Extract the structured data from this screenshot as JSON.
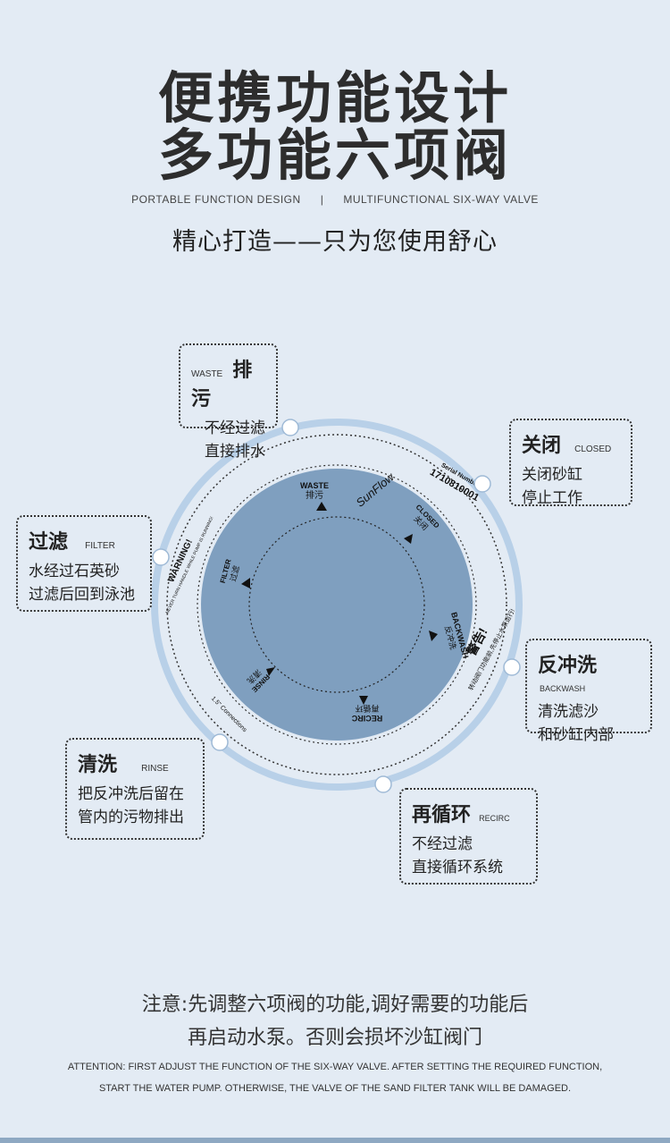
{
  "header": {
    "title_line1": "便携功能设计",
    "title_line2": "多功能六项阀",
    "subtitle_left": "PORTABLE FUNCTION DESIGN",
    "subtitle_sep": "|",
    "subtitle_right": "MULTIFUNCTIONAL SIX-WAY VALVE",
    "slogan": "精心打造——只为您使用舒心"
  },
  "valve": {
    "brand": "SunFlow",
    "serial_label": "Serial Number",
    "serial_number": "1710810001",
    "warning_en": "WARNING!",
    "warning_en_sub": "NEVER TURN HANDLE WHILE PUMP IS RUNNING!",
    "warning_zh": "警告!",
    "warning_zh_sub": "转动阀门功能前,先停止水泵运行!",
    "connections": "1.5\" Connections",
    "positions": [
      {
        "en": "WASTE",
        "zh": "排污"
      },
      {
        "en": "CLOSED",
        "zh": "关闭"
      },
      {
        "en": "BACKWASH",
        "zh": "反冲洗"
      },
      {
        "en": "RECIRC",
        "zh": "再循环"
      },
      {
        "en": "RINSE",
        "zh": "清洗"
      },
      {
        "en": "FILTER",
        "zh": "过滤"
      }
    ]
  },
  "cards": {
    "waste": {
      "zh": "排污",
      "en": "WASTE",
      "line1": "不经过滤",
      "line2": "直接排水"
    },
    "closed": {
      "zh": "关闭",
      "en": "CLOSED",
      "line1": "关闭砂缸",
      "line2": "停止工作"
    },
    "filter": {
      "zh": "过滤",
      "en": "FILTER",
      "line1": "水经过石英砂",
      "line2": "过滤后回到泳池"
    },
    "backwash": {
      "zh": "反冲洗",
      "en": "BACKWASH",
      "line1": "清洗滤沙",
      "line2": "和砂缸内部"
    },
    "rinse": {
      "zh": "清洗",
      "en": "RINSE",
      "line1": "把反冲洗后留在",
      "line2": "管内的污物排出"
    },
    "recirc": {
      "zh": "再循环",
      "en": "RECIRC",
      "line1": "不经过滤",
      "line2": "直接循环系统"
    }
  },
  "note": {
    "zh_line1": "注意:先调整六项阀的功能,调好需要的功能后",
    "zh_line2": "再启动水泵。否则会损坏沙缸阀门",
    "en_line1": "ATTENTION: FIRST ADJUST THE FUNCTION OF THE SIX-WAY VALVE. AFTER SETTING THE REQUIRED FUNCTION,",
    "en_line2": "START THE WATER PUMP. OTHERWISE, THE VALVE OF THE SAND FILTER TANK WILL BE DAMAGED."
  },
  "colors": {
    "background": "#e3ebf4",
    "outer_ring": "#b8d0e8",
    "valve_face": "#7f9fbf",
    "title": "#2d2d2d"
  }
}
